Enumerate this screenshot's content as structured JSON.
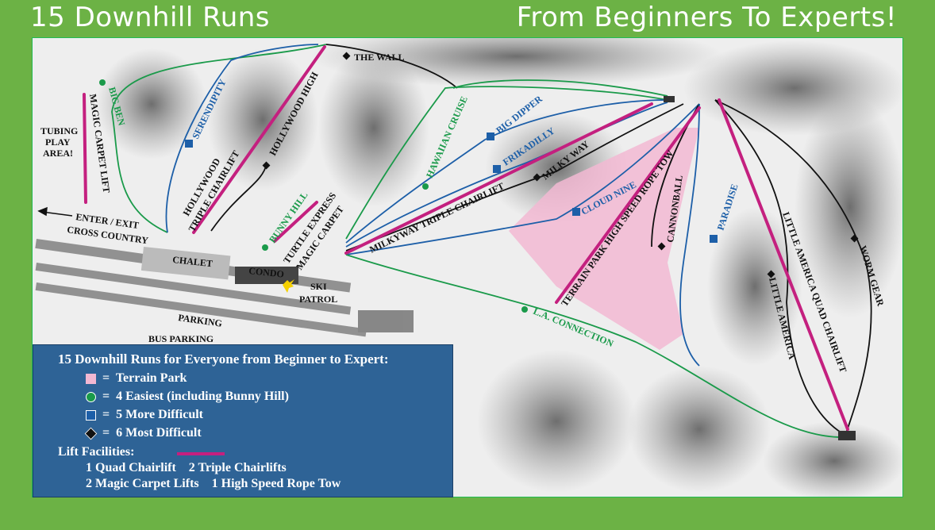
{
  "header": {
    "left": "15 Downhill Runs",
    "right": "From Beginners To Experts!"
  },
  "colors": {
    "background": "#6cb245",
    "easiest": "#1a9a4a",
    "more_difficult": "#1d5fa8",
    "most_difficult": "#111111",
    "lift": "#c4207f",
    "terrain_park": "#f2b8d2",
    "legend_bg": "#2e6396"
  },
  "map": {
    "runs": {
      "big_ben": "BIG BEN",
      "serendipity": "SERENDIPITY",
      "hollywood_high": "HOLLYWOOD HIGH",
      "the_wall": "THE WALL",
      "hawaiian_cruise": "HAWAIIAN CRUISE",
      "big_dipper": "BIG DIPPER",
      "frikadilly": "FRIKADILLY",
      "milky_way": "MILKY WAY",
      "cloud_nine": "CLOUD NINE",
      "cannonball": "CANNONBALL",
      "paradise": "PARADISE",
      "little_america": "LITTLE AMERICA",
      "worm_gear": "WORM GEAR",
      "la_connection": "L.A. CONNECTION",
      "bunny_hill": "BUNNY HILL"
    },
    "lifts": {
      "magic_carpet": "MAGIC CARPET LIFT",
      "hollywood_1": "HOLLYWOOD",
      "hollywood_2": "TRIPLE CHAIRLIFT",
      "milkyway": "MILKYWAY TRIPLE CHAIRLIFT",
      "terrain_tow": "TERRAIN PARK HIGH SPEED ROPE TOW",
      "turtle_1": "TURTLE EXPRESS",
      "turtle_2": "MAGIC CARPET",
      "little_america_quad": "LITTLE AMERICA QUAD CHAIRLIFT"
    },
    "places": {
      "tubing_1": "TUBING",
      "tubing_2": "PLAY",
      "tubing_3": "AREA!",
      "enter_1": "ENTER / EXIT",
      "enter_2": "CROSS COUNTRY",
      "chalet": "CHALET",
      "condo": "CONDO",
      "ski_patrol_1": "SKI",
      "ski_patrol_2": "PATROL",
      "parking": "PARKING",
      "bus_parking": "BUS PARKING"
    }
  },
  "legend": {
    "title": "15 Downhill Runs for Everyone from Beginner to  Expert:",
    "items": [
      {
        "label": "=  Terrain Park",
        "symbol": "pink-square"
      },
      {
        "label": "=  4 Easiest (including Bunny Hill)",
        "symbol": "green-circle"
      },
      {
        "label": "=  5 More Difficult",
        "symbol": "blue-square"
      },
      {
        "label": "=  6 Most Difficult",
        "symbol": "black-diamond"
      }
    ],
    "lift_title": "Lift Facilities:",
    "lift_line1": "1 Quad Chairlift    2 Triple Chairlifts",
    "lift_line2": "2 Magic Carpet Lifts    1 High Speed Rope Tow"
  }
}
